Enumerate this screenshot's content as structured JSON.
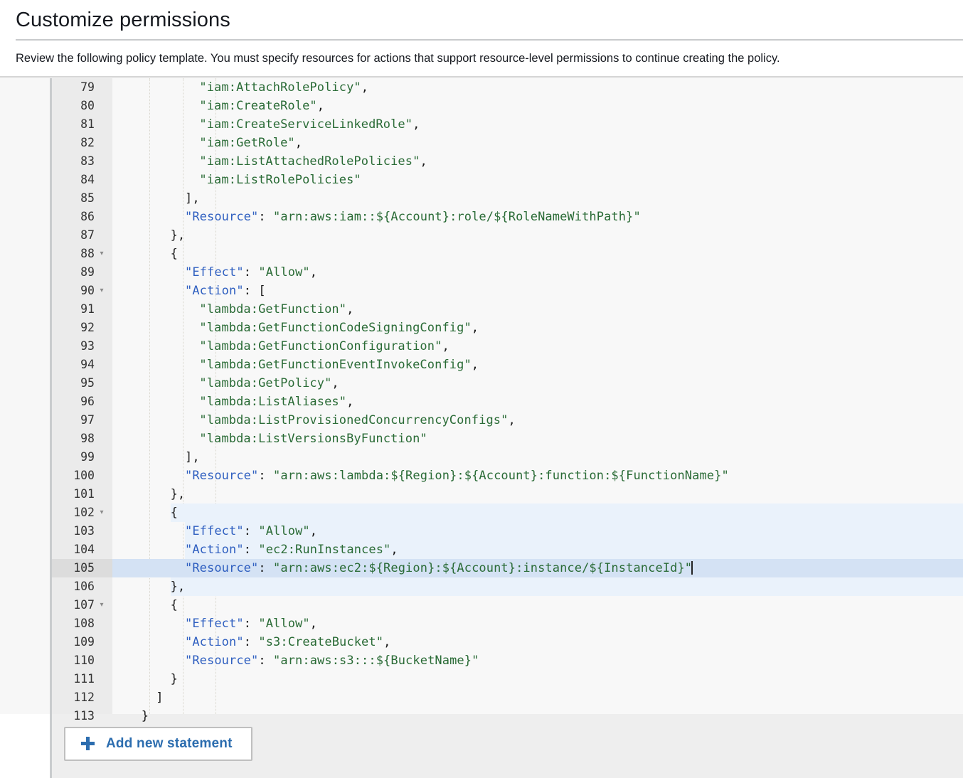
{
  "header": {
    "title": "Customize permissions",
    "description": "Review the following policy template. You must specify resources for actions that support resource-level permissions to continue creating the policy."
  },
  "colors": {
    "json_key": "#2f5fc0",
    "json_string": "#2a6b36",
    "punctuation": "#1a1a1a",
    "gutter_bg": "#ebebeb",
    "editor_bg": "#f8f8f8",
    "selection": "#eaf2fb",
    "active_line": "#d4e2f4",
    "accent_blue": "#2c6daf",
    "footer_bg": "#eeeeee"
  },
  "editor": {
    "first_visible_line": 79,
    "last_visible_line": 113,
    "cursor_line": 105,
    "selected_lines": [
      102,
      103,
      104,
      105,
      106
    ],
    "fold_marker_lines": [
      88,
      90,
      102,
      107
    ],
    "fold_marker_glyph": "▾",
    "lines": [
      {
        "n": 79,
        "indent": 12,
        "tokens": [
          {
            "t": "s",
            "v": "\"iam:AttachRolePolicy\""
          },
          {
            "t": "p",
            "v": ","
          }
        ]
      },
      {
        "n": 80,
        "indent": 12,
        "tokens": [
          {
            "t": "s",
            "v": "\"iam:CreateRole\""
          },
          {
            "t": "p",
            "v": ","
          }
        ]
      },
      {
        "n": 81,
        "indent": 12,
        "tokens": [
          {
            "t": "s",
            "v": "\"iam:CreateServiceLinkedRole\""
          },
          {
            "t": "p",
            "v": ","
          }
        ]
      },
      {
        "n": 82,
        "indent": 12,
        "tokens": [
          {
            "t": "s",
            "v": "\"iam:GetRole\""
          },
          {
            "t": "p",
            "v": ","
          }
        ]
      },
      {
        "n": 83,
        "indent": 12,
        "tokens": [
          {
            "t": "s",
            "v": "\"iam:ListAttachedRolePolicies\""
          },
          {
            "t": "p",
            "v": ","
          }
        ]
      },
      {
        "n": 84,
        "indent": 12,
        "tokens": [
          {
            "t": "s",
            "v": "\"iam:ListRolePolicies\""
          }
        ]
      },
      {
        "n": 85,
        "indent": 10,
        "tokens": [
          {
            "t": "p",
            "v": "],"
          }
        ]
      },
      {
        "n": 86,
        "indent": 10,
        "tokens": [
          {
            "t": "k",
            "v": "\"Resource\""
          },
          {
            "t": "p",
            "v": ": "
          },
          {
            "t": "s",
            "v": "\"arn:aws:iam::${Account}:role/${RoleNameWithPath}\""
          }
        ]
      },
      {
        "n": 87,
        "indent": 8,
        "tokens": [
          {
            "t": "p",
            "v": "},"
          }
        ]
      },
      {
        "n": 88,
        "indent": 8,
        "tokens": [
          {
            "t": "p",
            "v": "{"
          }
        ]
      },
      {
        "n": 89,
        "indent": 10,
        "tokens": [
          {
            "t": "k",
            "v": "\"Effect\""
          },
          {
            "t": "p",
            "v": ": "
          },
          {
            "t": "s",
            "v": "\"Allow\""
          },
          {
            "t": "p",
            "v": ","
          }
        ]
      },
      {
        "n": 90,
        "indent": 10,
        "tokens": [
          {
            "t": "k",
            "v": "\"Action\""
          },
          {
            "t": "p",
            "v": ": ["
          }
        ]
      },
      {
        "n": 91,
        "indent": 12,
        "tokens": [
          {
            "t": "s",
            "v": "\"lambda:GetFunction\""
          },
          {
            "t": "p",
            "v": ","
          }
        ]
      },
      {
        "n": 92,
        "indent": 12,
        "tokens": [
          {
            "t": "s",
            "v": "\"lambda:GetFunctionCodeSigningConfig\""
          },
          {
            "t": "p",
            "v": ","
          }
        ]
      },
      {
        "n": 93,
        "indent": 12,
        "tokens": [
          {
            "t": "s",
            "v": "\"lambda:GetFunctionConfiguration\""
          },
          {
            "t": "p",
            "v": ","
          }
        ]
      },
      {
        "n": 94,
        "indent": 12,
        "tokens": [
          {
            "t": "s",
            "v": "\"lambda:GetFunctionEventInvokeConfig\""
          },
          {
            "t": "p",
            "v": ","
          }
        ]
      },
      {
        "n": 95,
        "indent": 12,
        "tokens": [
          {
            "t": "s",
            "v": "\"lambda:GetPolicy\""
          },
          {
            "t": "p",
            "v": ","
          }
        ]
      },
      {
        "n": 96,
        "indent": 12,
        "tokens": [
          {
            "t": "s",
            "v": "\"lambda:ListAliases\""
          },
          {
            "t": "p",
            "v": ","
          }
        ]
      },
      {
        "n": 97,
        "indent": 12,
        "tokens": [
          {
            "t": "s",
            "v": "\"lambda:ListProvisionedConcurrencyConfigs\""
          },
          {
            "t": "p",
            "v": ","
          }
        ]
      },
      {
        "n": 98,
        "indent": 12,
        "tokens": [
          {
            "t": "s",
            "v": "\"lambda:ListVersionsByFunction\""
          }
        ]
      },
      {
        "n": 99,
        "indent": 10,
        "tokens": [
          {
            "t": "p",
            "v": "],"
          }
        ]
      },
      {
        "n": 100,
        "indent": 10,
        "tokens": [
          {
            "t": "k",
            "v": "\"Resource\""
          },
          {
            "t": "p",
            "v": ": "
          },
          {
            "t": "s",
            "v": "\"arn:aws:lambda:${Region}:${Account}:function:${FunctionName}\""
          }
        ]
      },
      {
        "n": 101,
        "indent": 8,
        "tokens": [
          {
            "t": "p",
            "v": "},"
          }
        ]
      },
      {
        "n": 102,
        "indent": 8,
        "tokens": [
          {
            "t": "p",
            "v": "{"
          }
        ]
      },
      {
        "n": 103,
        "indent": 10,
        "tokens": [
          {
            "t": "k",
            "v": "\"Effect\""
          },
          {
            "t": "p",
            "v": ": "
          },
          {
            "t": "s",
            "v": "\"Allow\""
          },
          {
            "t": "p",
            "v": ","
          }
        ]
      },
      {
        "n": 104,
        "indent": 10,
        "tokens": [
          {
            "t": "k",
            "v": "\"Action\""
          },
          {
            "t": "p",
            "v": ": "
          },
          {
            "t": "s",
            "v": "\"ec2:RunInstances\""
          },
          {
            "t": "p",
            "v": ","
          }
        ]
      },
      {
        "n": 105,
        "indent": 10,
        "tokens": [
          {
            "t": "k",
            "v": "\"Resource\""
          },
          {
            "t": "p",
            "v": ": "
          },
          {
            "t": "s",
            "v": "\"arn:aws:ec2:${Region}:${Account}:instance/${InstanceId}\""
          }
        ]
      },
      {
        "n": 106,
        "indent": 8,
        "tokens": [
          {
            "t": "p",
            "v": "},"
          }
        ]
      },
      {
        "n": 107,
        "indent": 8,
        "tokens": [
          {
            "t": "p",
            "v": "{"
          }
        ]
      },
      {
        "n": 108,
        "indent": 10,
        "tokens": [
          {
            "t": "k",
            "v": "\"Effect\""
          },
          {
            "t": "p",
            "v": ": "
          },
          {
            "t": "s",
            "v": "\"Allow\""
          },
          {
            "t": "p",
            "v": ","
          }
        ]
      },
      {
        "n": 109,
        "indent": 10,
        "tokens": [
          {
            "t": "k",
            "v": "\"Action\""
          },
          {
            "t": "p",
            "v": ": "
          },
          {
            "t": "s",
            "v": "\"s3:CreateBucket\""
          },
          {
            "t": "p",
            "v": ","
          }
        ]
      },
      {
        "n": 110,
        "indent": 10,
        "tokens": [
          {
            "t": "k",
            "v": "\"Resource\""
          },
          {
            "t": "p",
            "v": ": "
          },
          {
            "t": "s",
            "v": "\"arn:aws:s3:::${BucketName}\""
          }
        ]
      },
      {
        "n": 111,
        "indent": 8,
        "tokens": [
          {
            "t": "p",
            "v": "}"
          }
        ]
      },
      {
        "n": 112,
        "indent": 6,
        "tokens": [
          {
            "t": "p",
            "v": "]"
          }
        ]
      },
      {
        "n": 113,
        "indent": 4,
        "tokens": [
          {
            "t": "p",
            "v": "}"
          }
        ]
      }
    ]
  },
  "footer": {
    "add_statement_label": "Add new statement",
    "add_statement_icon": "plus-icon"
  }
}
